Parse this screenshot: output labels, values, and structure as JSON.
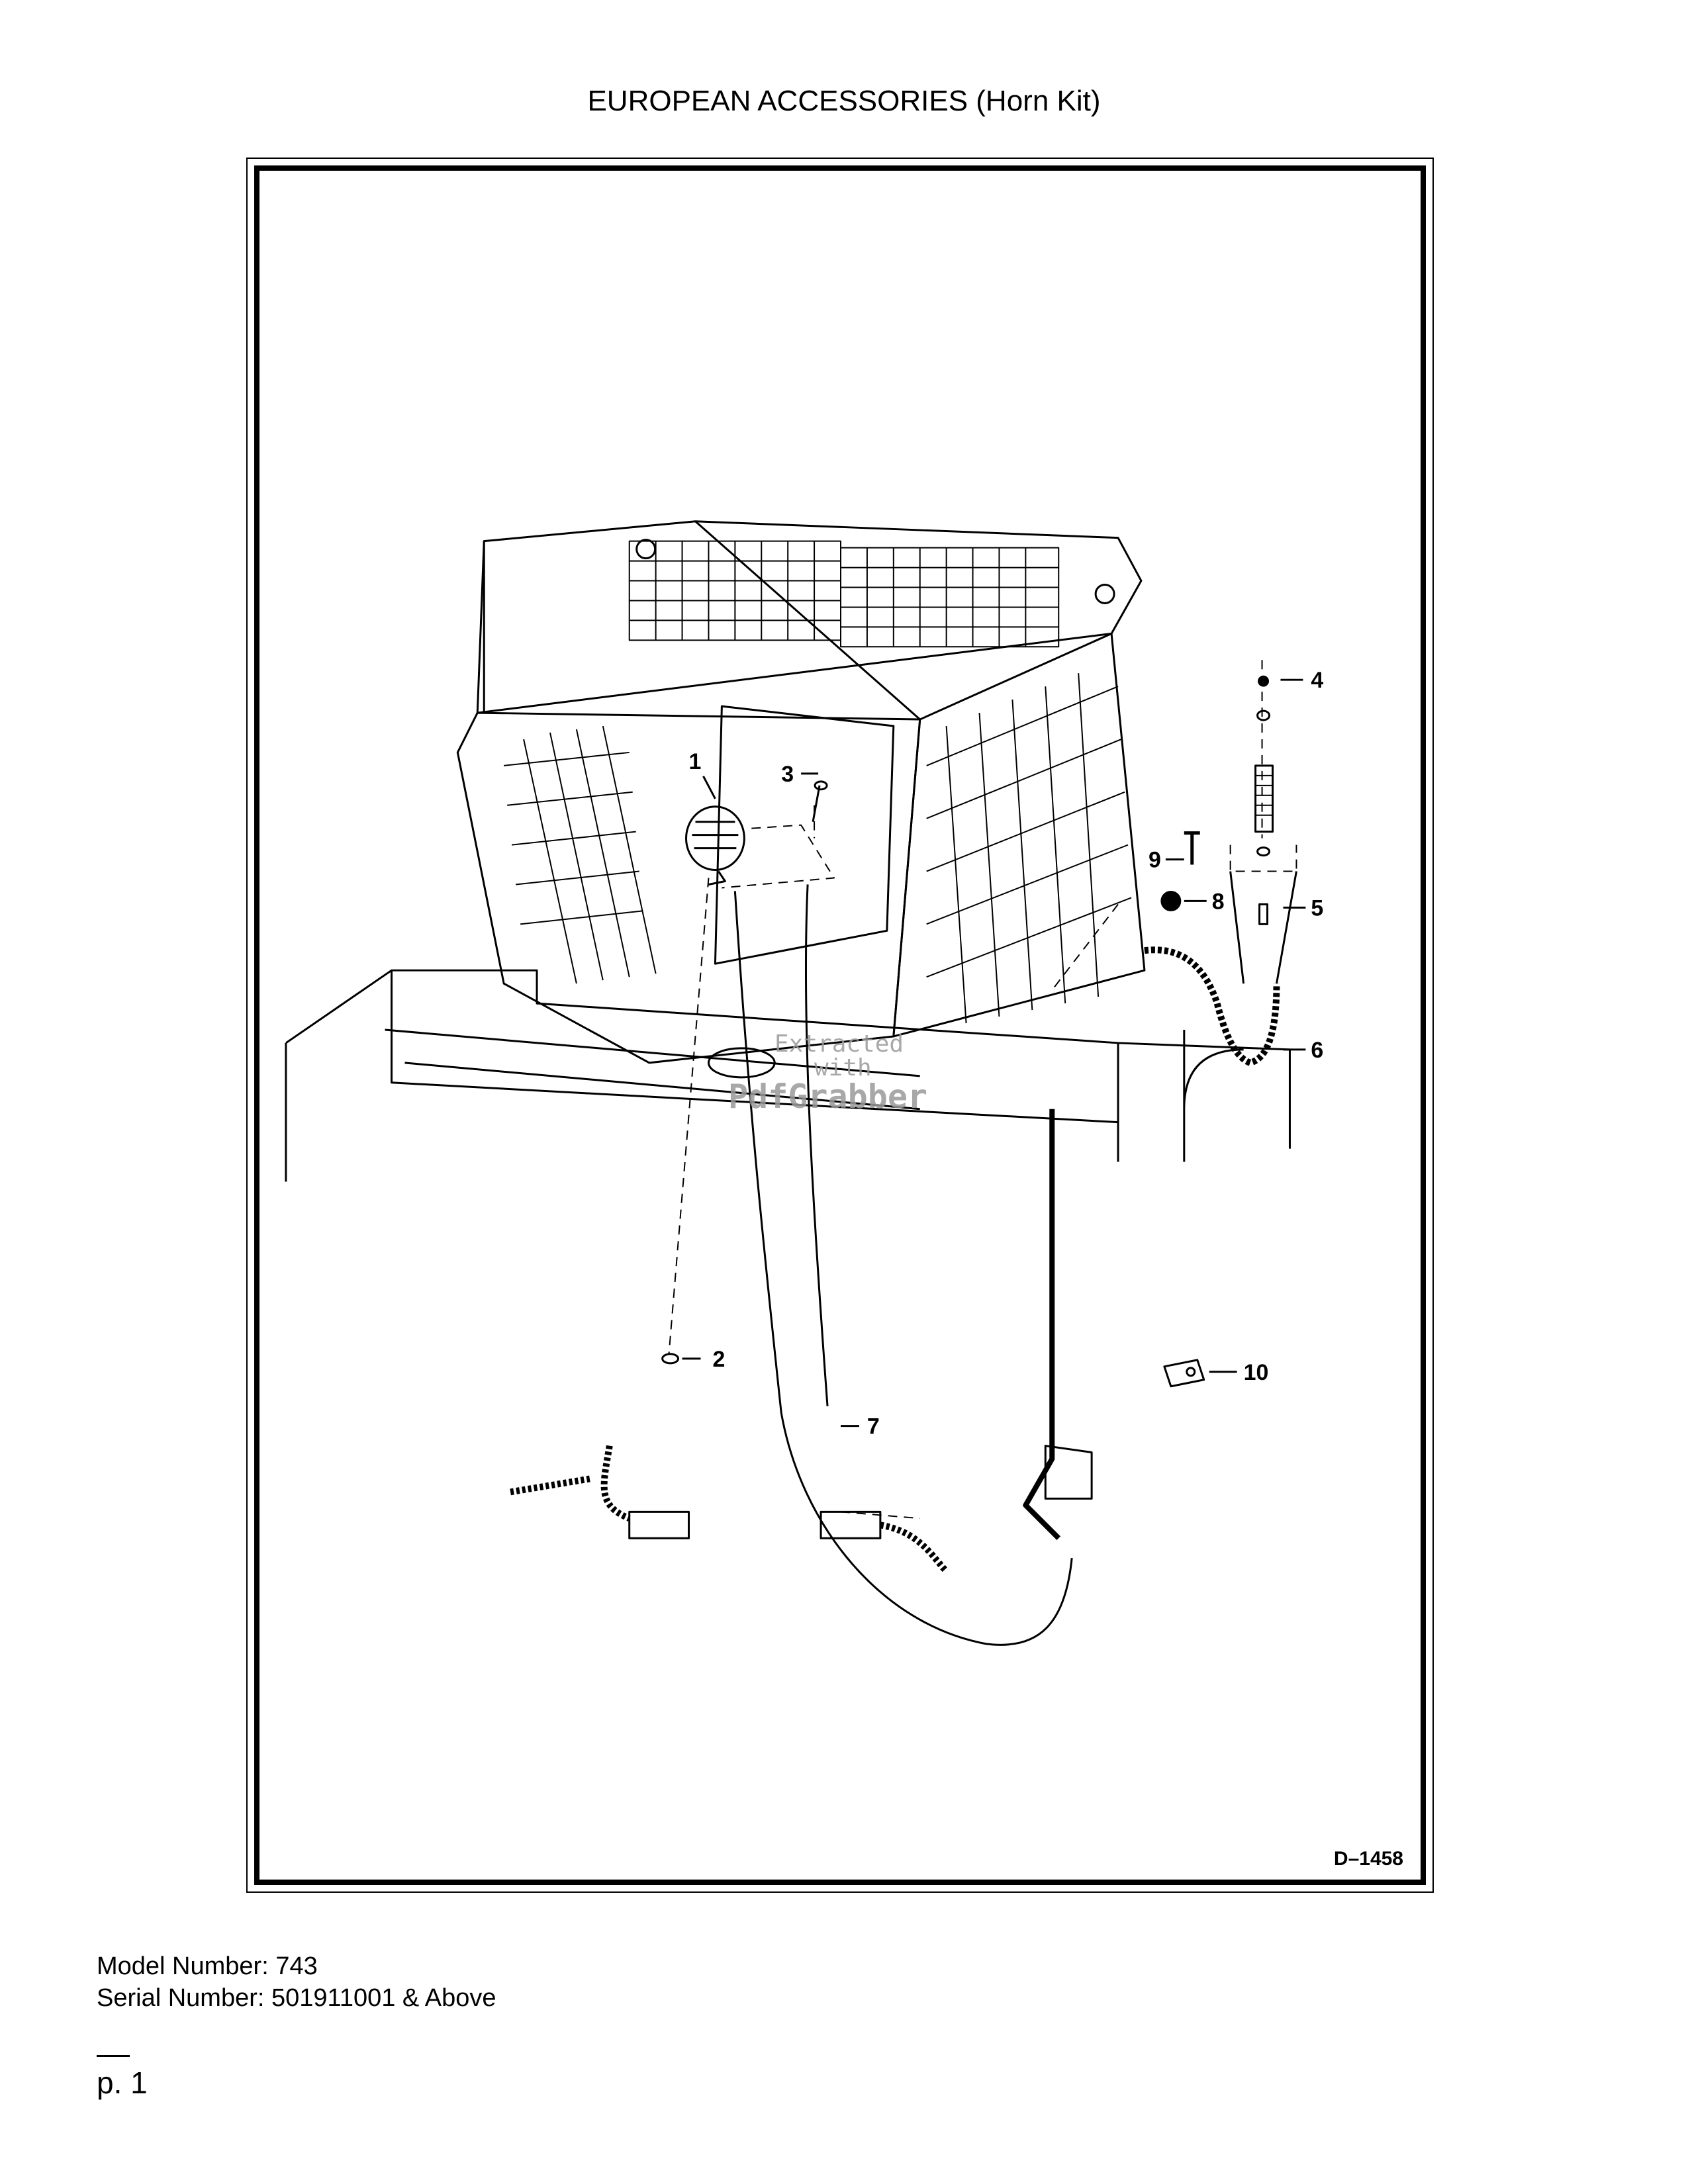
{
  "document": {
    "title": "EUROPEAN ACCESSORIES (Horn Kit)",
    "figure_code": "D–1458",
    "model_number": "Model Number: 743",
    "serial_number": "Serial Number: 501911001 & Above",
    "page_number": "p. 1"
  },
  "watermark": {
    "line1": "Extracted",
    "line2": "with",
    "line3": "PdfGrabber"
  },
  "callouts": [
    "1",
    "2",
    "3",
    "4",
    "5",
    "6",
    "7",
    "8",
    "9",
    "10"
  ]
}
